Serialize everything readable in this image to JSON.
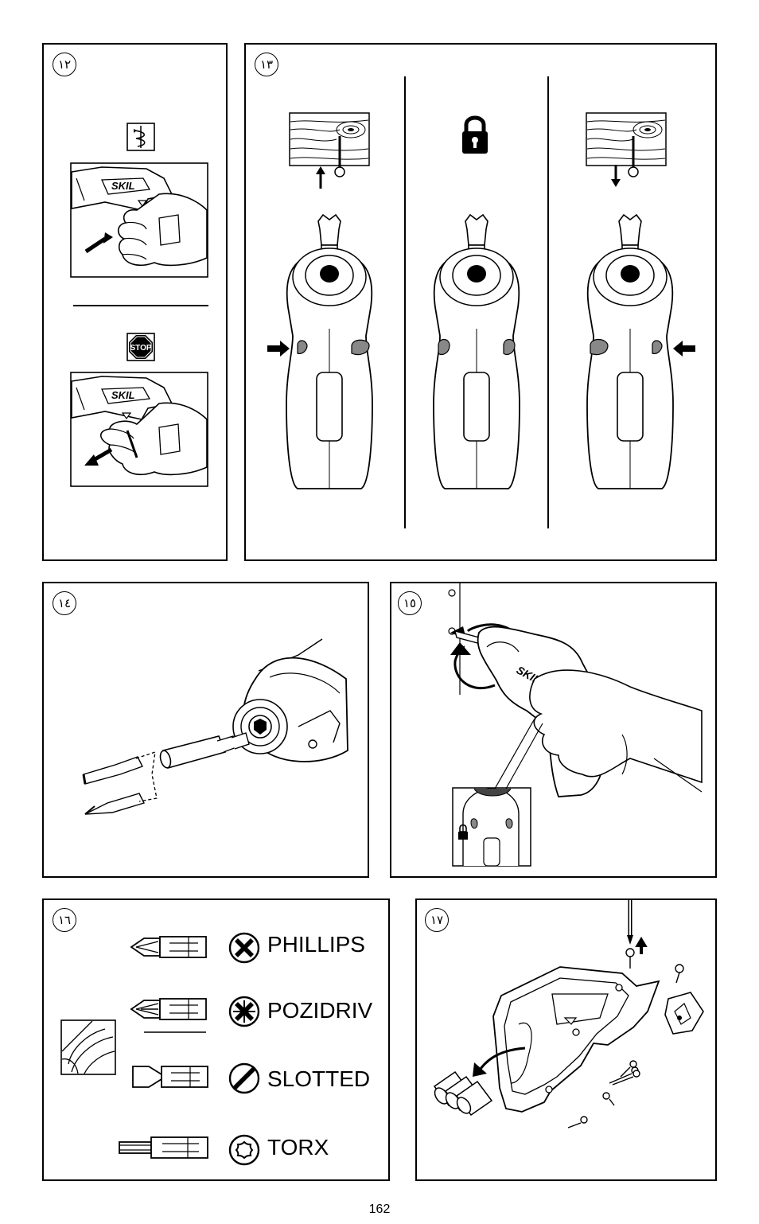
{
  "page": {
    "number": "162"
  },
  "figures": [
    {
      "id": "fig12",
      "number": "١٢",
      "brand": "SKIL"
    },
    {
      "id": "fig13",
      "number": "١٣"
    },
    {
      "id": "fig14",
      "number": "١٤"
    },
    {
      "id": "fig15",
      "number": "١٥",
      "brand": "SKIL"
    },
    {
      "id": "fig16",
      "number": "١٦"
    },
    {
      "id": "fig17",
      "number": "١٧"
    }
  ],
  "stop_sign": "STOP",
  "bits": [
    {
      "label": "PHILLIPS",
      "icon": "phillips-screw-head-icon"
    },
    {
      "label": "POZIDRIV",
      "icon": "pozidriv-screw-head-icon"
    },
    {
      "label": "SLOTTED",
      "icon": "slotted-screw-head-icon"
    },
    {
      "label": "TORX",
      "icon": "torx-screw-head-icon"
    }
  ]
}
